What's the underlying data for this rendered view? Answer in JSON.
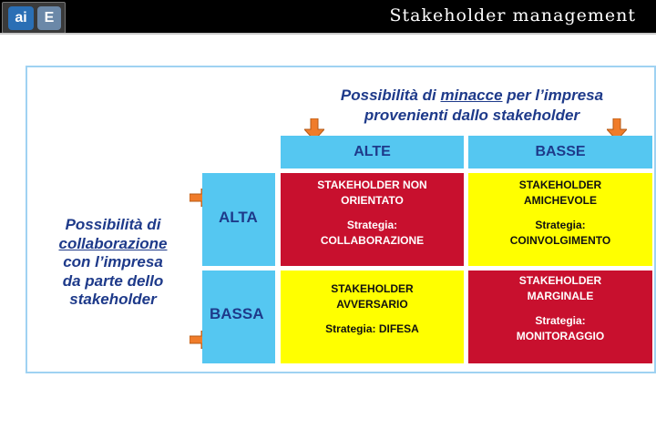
{
  "header": {
    "title": "Stakeholder management",
    "logo_left": "ai",
    "logo_right": "E"
  },
  "diagram": {
    "top_title_pre": "Possibilità di ",
    "top_title_u": "minacce",
    "top_title_post": " per l’impresa",
    "top_title_line2": "provenienti dallo stakeholder",
    "side_title_l1": "Possibilità di",
    "side_title_l2": "collaborazione",
    "side_title_l3": "con l’impresa",
    "side_title_l4": "da parte dello",
    "side_title_l5": "stakeholder",
    "col_alte": "ALTE",
    "col_basse": "BASSE",
    "row_alta": "ALTA",
    "row_bassa": "BASSA",
    "cells": {
      "tl_name1": "STAKEHOLDER NON",
      "tl_name2": "ORIENTATO",
      "tl_strat1": "Strategia:",
      "tl_strat2": "COLLABORAZIONE",
      "tr_name1": "STAKEHOLDER",
      "tr_name2": "AMICHEVOLE",
      "tr_strat1": "Strategia:",
      "tr_strat2": "COINVOLGIMENTO",
      "bl_name1": "STAKEHOLDER",
      "bl_name2": "AVVERSARIO",
      "bl_strat": "Strategia: DIFESA",
      "br_name1": "STAKEHOLDER",
      "br_name2": "MARGINALE",
      "br_strat1": "Strategia:",
      "br_strat2": "MONITORAGGIO"
    }
  },
  "colors": {
    "header_bg": "#000000",
    "light_blue": "#55c7f1",
    "red": "#c8102e",
    "yellow": "#ffff00",
    "title_blue": "#1e3a8a",
    "arrow_orange": "#f07c2a"
  }
}
